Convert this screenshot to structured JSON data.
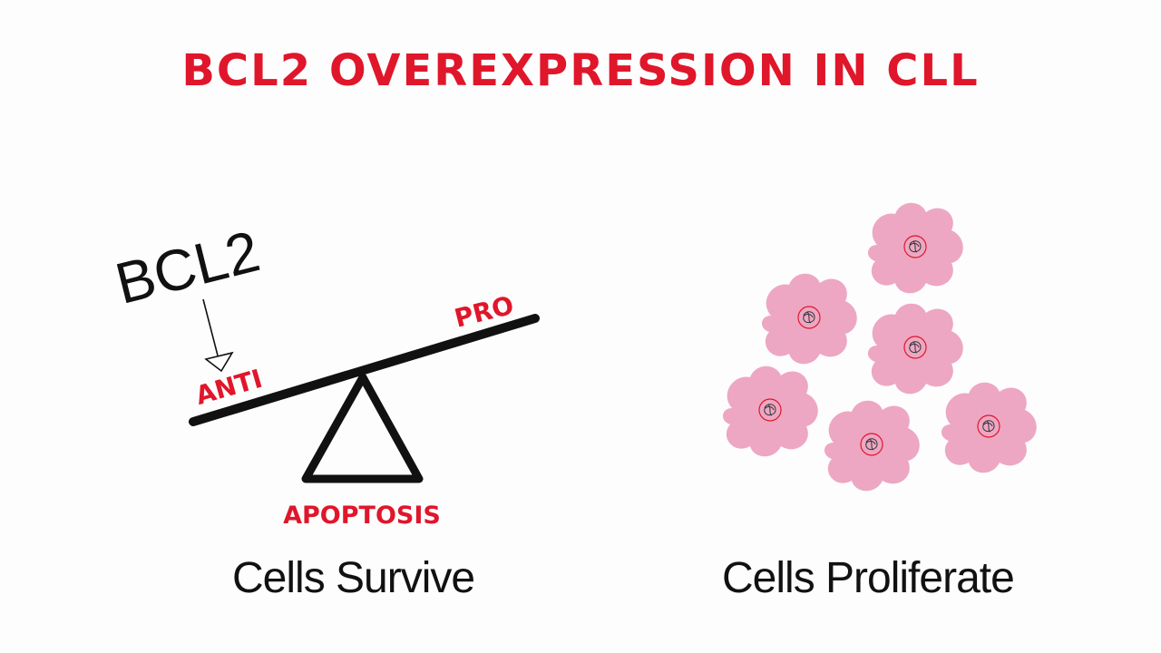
{
  "title": "BCL2 OVEREXPRESSION IN CLL",
  "colors": {
    "accent_red": "#e0162b",
    "ink": "#111111",
    "cell_fill": "#eda7c3",
    "cell_nucleus": "#e0162b"
  },
  "left_panel": {
    "gene_label": "BCL2",
    "anti_label": "ANTI",
    "pro_label": "PRO",
    "fulcrum_label": "APOPTOSIS",
    "caption": "Cells Survive"
  },
  "right_panel": {
    "caption": "Cells Proliferate",
    "cell_count": 6
  }
}
